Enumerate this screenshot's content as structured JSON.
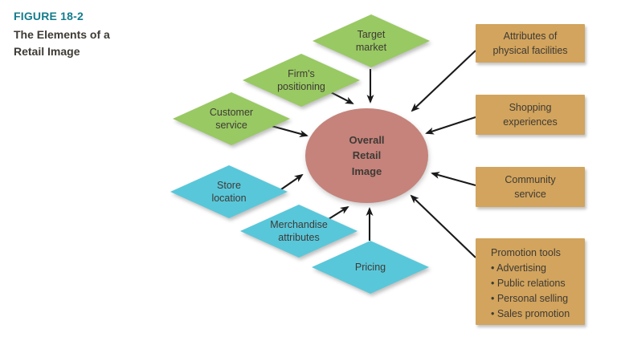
{
  "figure": {
    "label": "FIGURE 18-2",
    "title": "The Elements of a\nRetail Image"
  },
  "center": {
    "label": "Overall\nRetail\nImage"
  },
  "nodes": {
    "target_market": "Target\nmarket",
    "firms_positioning": "Firm's\npositioning",
    "customer_service": "Customer\nservice",
    "store_location": "Store\nlocation",
    "merchandise_attributes": "Merchandise\nattributes",
    "pricing": "Pricing",
    "attributes_physical_facilities": "Attributes of\nphysical facilities",
    "shopping_experiences": "Shopping\nexperiences",
    "community_service": "Community\nservice"
  },
  "promotion": {
    "title": "Promotion tools",
    "items": [
      "• Advertising",
      "• Public relations",
      "• Personal selling",
      "• Sales promotion"
    ]
  },
  "colors": {
    "teal": "#147c8c",
    "ink": "#3e3a35",
    "green": "#99c963",
    "cyan": "#59c7da",
    "tan": "#d2a45d",
    "rose": "#c5837b",
    "arrow": "#1a1a1a"
  }
}
